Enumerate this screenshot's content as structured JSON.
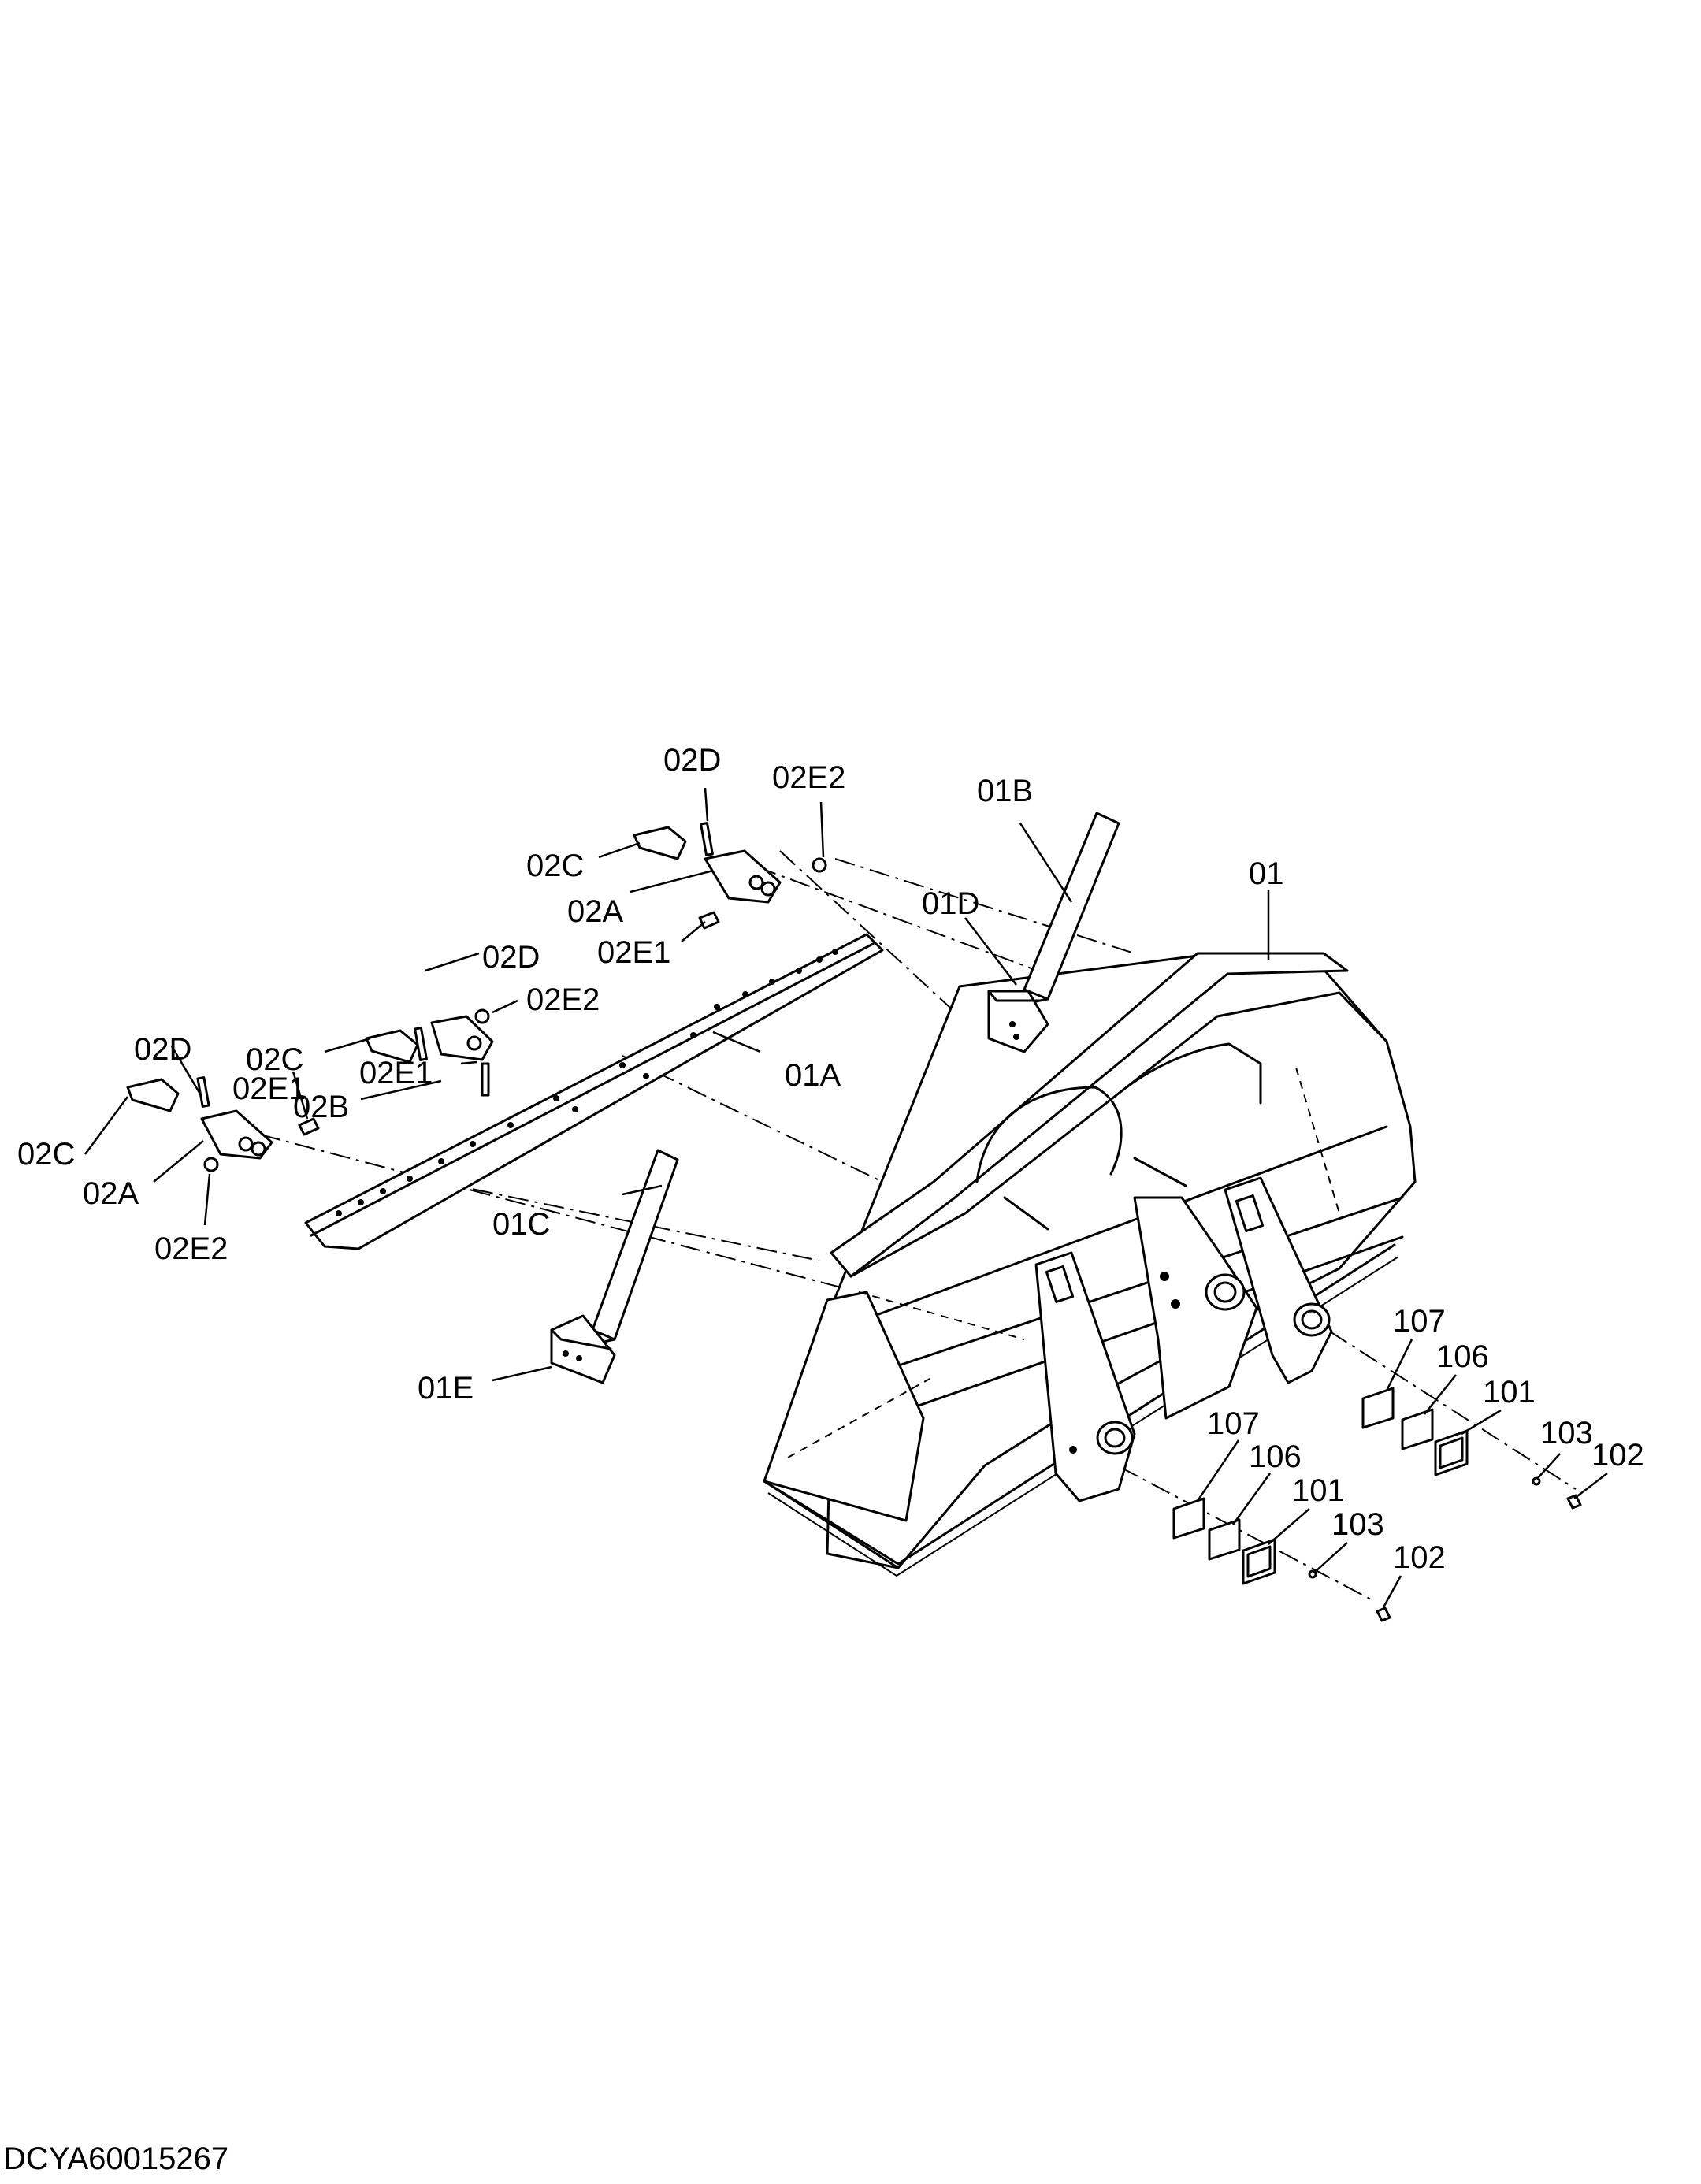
{
  "drawing_code": "DCYA60015267",
  "labels": {
    "p01": "01",
    "p01A": "01A",
    "p01B": "01B",
    "p01C": "01C",
    "p01D": "01D",
    "p01E": "01E",
    "p02A_top": "02A",
    "p02A_left": "02A",
    "p02B": "02B",
    "p02C_top": "02C",
    "p02C_mid": "02C",
    "p02C_left": "02C",
    "p02D_top": "02D",
    "p02D_mid": "02D",
    "p02D_left": "02D",
    "p02E1_top": "02E1",
    "p02E1_mid": "02E1",
    "p02E1_left": "02E1",
    "p02E2_top": "02E2",
    "p02E2_mid": "02E2",
    "p02E2_left": "02E2",
    "p101_r": "101",
    "p101_l": "101",
    "p102_r": "102",
    "p102_l": "102",
    "p103_r": "103",
    "p103_l": "103",
    "p106_r": "106",
    "p106_l": "106",
    "p107_r": "107",
    "p107_l": "107"
  }
}
